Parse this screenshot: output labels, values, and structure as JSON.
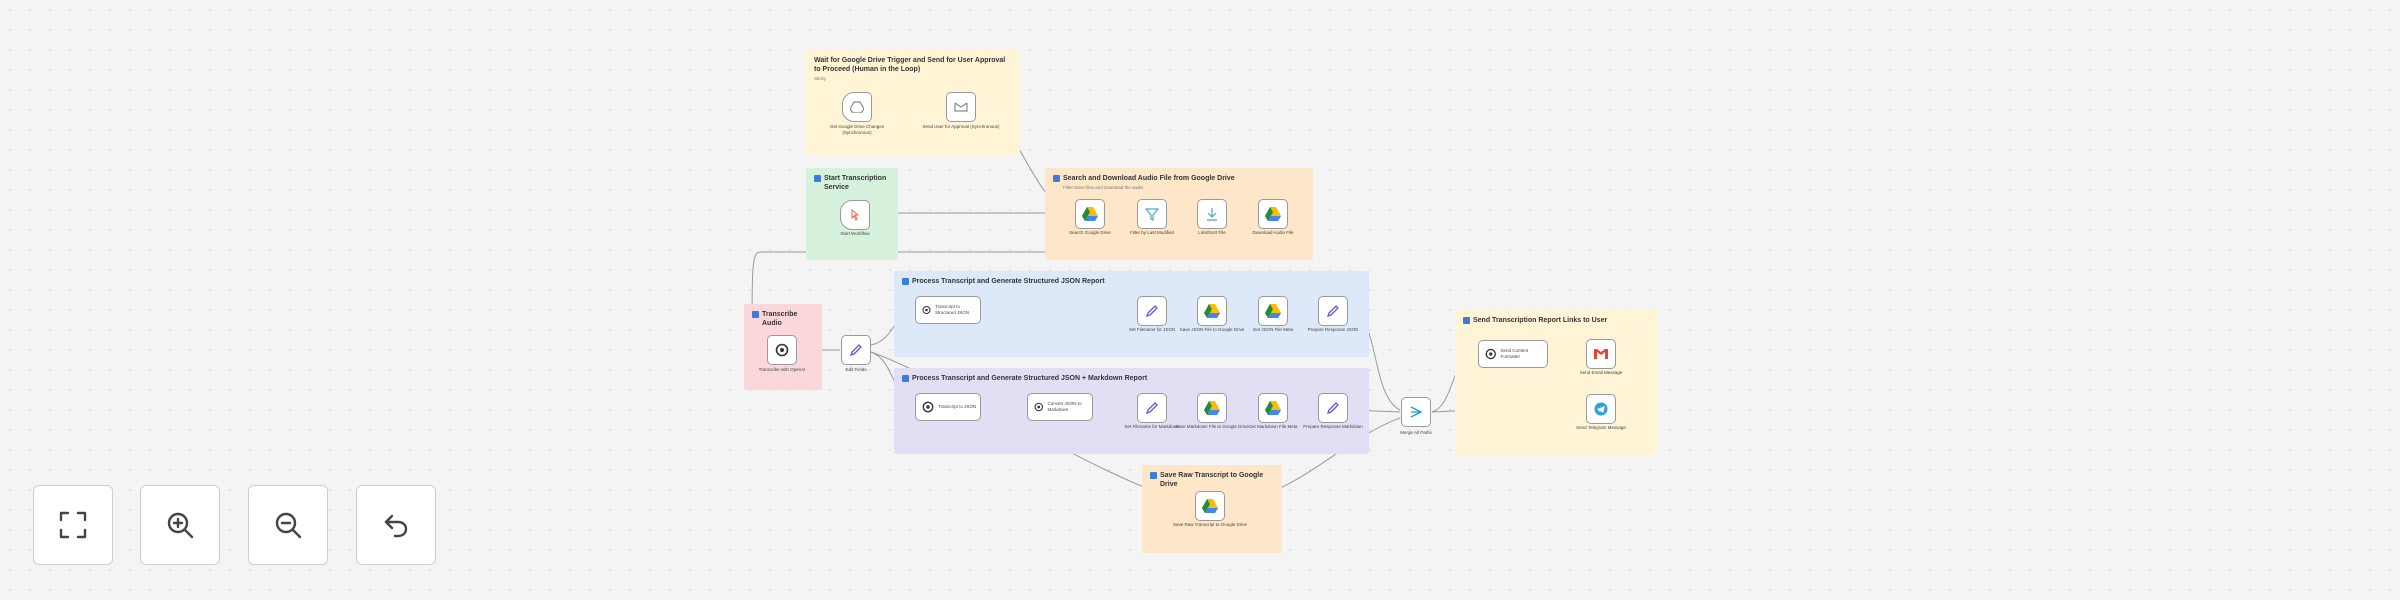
{
  "canvas": {
    "sticky_notes": [
      {
        "id": "wait",
        "title": "Wait for Google Drive Trigger and Send for User Approval to Proceed (Human in the Loop)",
        "subtitle": "Sticky",
        "color": "yellow"
      },
      {
        "id": "start",
        "title": "Start Transcription Service",
        "subtitle": "",
        "color": "green"
      },
      {
        "id": "search",
        "title": "Search and Download Audio File from Google Drive",
        "subtitle": "Filter Drive files and download the audio",
        "color": "orange"
      },
      {
        "id": "process_json",
        "title": "Process Transcript and Generate Structured JSON Report",
        "subtitle": "",
        "color": "blue"
      },
      {
        "id": "process_md",
        "title": "Process Transcript and Generate Structured JSON + Markdown Report",
        "subtitle": "",
        "color": "purple"
      },
      {
        "id": "transcribe",
        "title": "Transcribe Audio",
        "subtitle": "",
        "color": "red"
      },
      {
        "id": "save_raw",
        "title": "Save Raw Transcript to Google Drive",
        "subtitle": "",
        "color": "orange"
      },
      {
        "id": "send",
        "title": "Send Transcription Report Links to User",
        "subtitle": "",
        "color": "yellow"
      }
    ],
    "nodes": [
      {
        "id": "n_drive_trigger",
        "label": "Get Google Drive Changes (Synchronous)",
        "sub": "",
        "icon": "google-drive-trigger-icon"
      },
      {
        "id": "n_wait_approval",
        "label": "Send User for Approval (Synchronous)",
        "sub": "",
        "icon": "wait-approval-icon"
      },
      {
        "id": "n_manual_trigger",
        "label": "Start Workflow",
        "sub": "",
        "icon": "manual-trigger-icon"
      },
      {
        "id": "n_search_drive",
        "label": "Search Google Drive",
        "sub": "",
        "icon": "google-drive-icon"
      },
      {
        "id": "n_filter",
        "label": "Filter by Last Modified",
        "sub": "",
        "icon": "filter-icon"
      },
      {
        "id": "n_limit",
        "label": "Limit/Sort File",
        "sub": "",
        "icon": "limit-icon"
      },
      {
        "id": "n_download",
        "label": "Download Audio File",
        "sub": "",
        "icon": "google-drive-icon"
      },
      {
        "id": "n_transcribe",
        "label": "Transcribe with OpenAI",
        "sub": "",
        "icon": "openai-icon"
      },
      {
        "id": "n_set_fields",
        "label": "Edit Fields",
        "sub": "",
        "icon": "pencil-icon"
      },
      {
        "id": "n_json_agent",
        "label": "Transcript to Structured JSON",
        "sub": "",
        "icon": "openai-icon"
      },
      {
        "id": "n_set_json",
        "label": "Set Filename for JSON",
        "sub": "",
        "icon": "pencil-icon"
      },
      {
        "id": "n_save_json",
        "label": "Save JSON File to Google Drive",
        "sub": "",
        "icon": "google-drive-icon"
      },
      {
        "id": "n_get_json_url",
        "label": "Get JSON File Meta",
        "sub": "",
        "icon": "google-drive-icon"
      },
      {
        "id": "n_prep_json",
        "label": "Prepare Response JSON",
        "sub": "",
        "icon": "pencil-icon"
      },
      {
        "id": "n_md_agent",
        "label": "Transcript to JSON",
        "sub": "",
        "icon": "openai-icon"
      },
      {
        "id": "n_convert_md",
        "label": "Convert JSON to Markdown",
        "sub": "",
        "icon": "openai-icon"
      },
      {
        "id": "n_set_md",
        "label": "Set Filename for Markdown",
        "sub": "",
        "icon": "pencil-icon"
      },
      {
        "id": "n_save_md",
        "label": "Save Markdown File to Google Drive",
        "sub": "",
        "icon": "google-drive-icon"
      },
      {
        "id": "n_get_md_url",
        "label": "Get Markdown File Meta",
        "sub": "",
        "icon": "google-drive-icon"
      },
      {
        "id": "n_prep_md",
        "label": "Prepare Response Markdown",
        "sub": "",
        "icon": "pencil-icon"
      },
      {
        "id": "n_save_raw",
        "label": "Save Raw Transcript to Google Drive",
        "sub": "",
        "icon": "google-drive-icon"
      },
      {
        "id": "n_merge",
        "label": "Merge All Paths",
        "sub": "",
        "icon": "merge-icon"
      },
      {
        "id": "n_email_agent",
        "label": "Send Content Formatter",
        "sub": "",
        "icon": "openai-icon"
      },
      {
        "id": "n_gmail",
        "label": "Send Email Message",
        "sub": "",
        "icon": "gmail-icon"
      },
      {
        "id": "n_telegram",
        "label": "Send Telegram Message",
        "sub": "",
        "icon": "telegram-icon"
      }
    ]
  },
  "controls": [
    {
      "id": "fit",
      "label": "Zoom to fit",
      "icon": "fit-to-view-icon"
    },
    {
      "id": "zoom_in",
      "label": "Zoom in",
      "icon": "zoom-in-icon"
    },
    {
      "id": "zoom_out",
      "label": "Zoom out",
      "icon": "zoom-out-icon"
    },
    {
      "id": "reset",
      "label": "Reset zoom",
      "icon": "undo-icon"
    }
  ],
  "colors": {
    "google_drive": [
      "#1e8e3e",
      "#fbbc04",
      "#4285f4"
    ],
    "gmail": "#ea4335",
    "telegram": "#2aa3df",
    "pencil": "#5b5bd6",
    "filter": "#4aa8c9",
    "merge": "#1a9cd8",
    "sticky_badge": "#3b7dd8"
  }
}
